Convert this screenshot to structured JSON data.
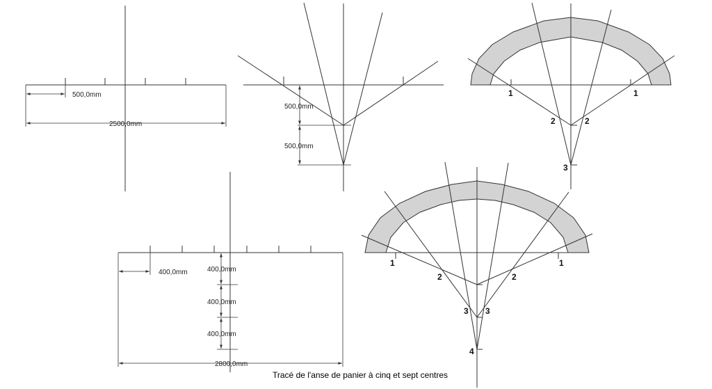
{
  "title": "Tracé de l'anse de panier à cinq et sept centres",
  "colors": {
    "lines": "#333333",
    "arch_fill": "#d3d3d3",
    "background": "#ffffff"
  },
  "step1": {
    "dim_small": "500,0mm",
    "dim_span": "2500,0mm"
  },
  "step2": {
    "dim_upper": "500,0mm",
    "dim_lower": "500,0mm"
  },
  "arch5": {
    "labels": [
      "1",
      "1",
      "2",
      "2",
      "3"
    ]
  },
  "step7": {
    "dim_small": "400,0mm",
    "dim_v1": "400,0mm",
    "dim_v2": "400,0mm",
    "dim_v3": "400,0mm",
    "dim_span": "2800,0mm"
  },
  "arch7": {
    "labels": [
      "1",
      "1",
      "2",
      "2",
      "3",
      "3",
      "4"
    ]
  }
}
